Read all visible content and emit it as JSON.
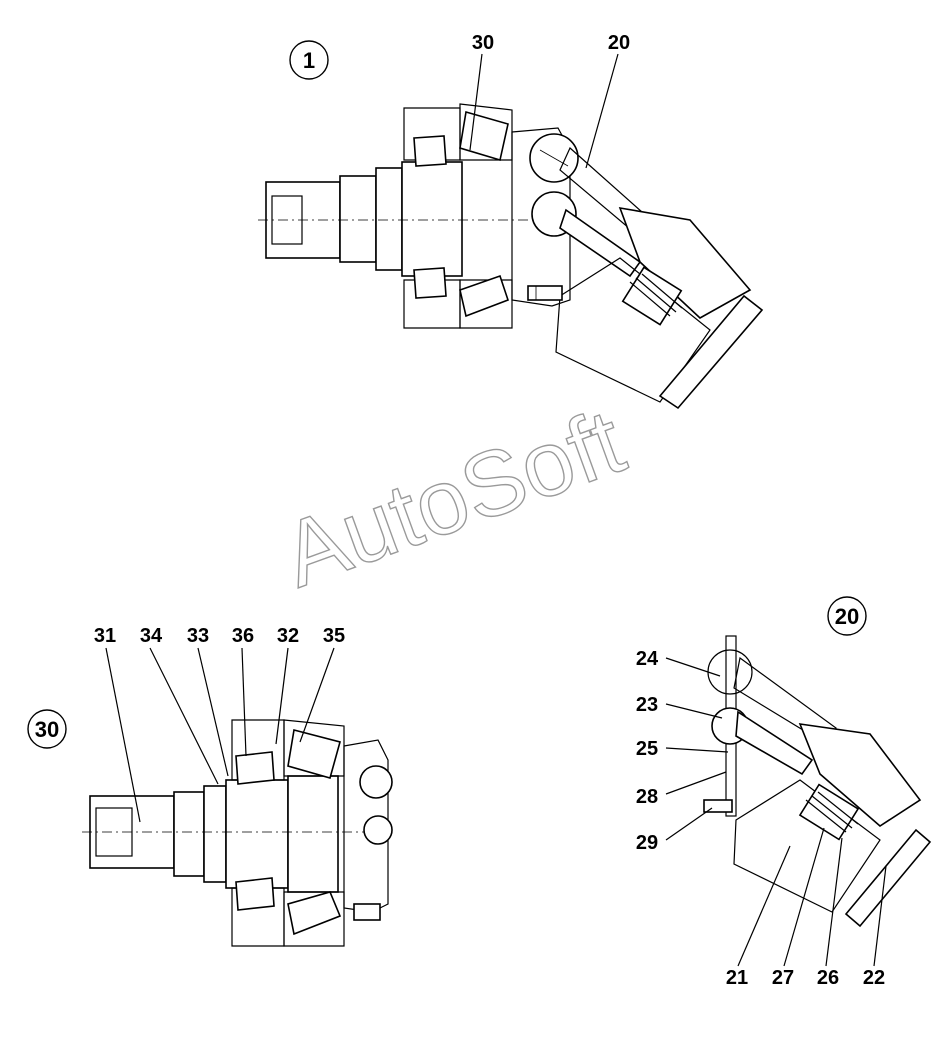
{
  "watermark": "AutoSoft",
  "view_markers": [
    "1",
    "20",
    "30"
  ],
  "callouts": {
    "view1": [
      "30",
      "20"
    ],
    "view30": [
      "31",
      "34",
      "33",
      "36",
      "32",
      "35"
    ],
    "view20": [
      "24",
      "23",
      "25",
      "28",
      "29",
      "21",
      "27",
      "26",
      "22"
    ]
  }
}
